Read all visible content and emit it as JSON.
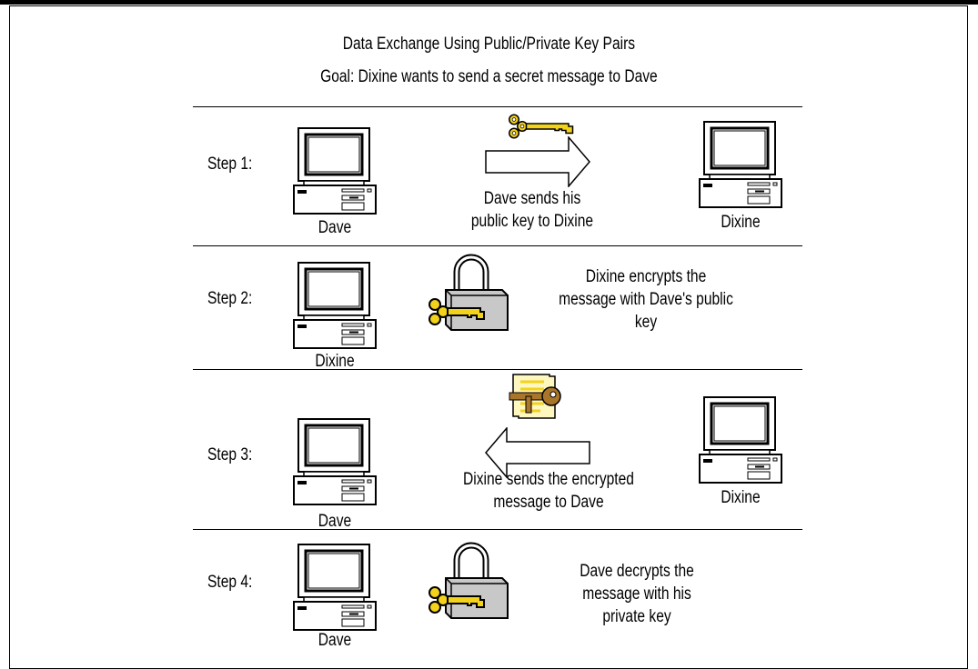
{
  "title": {
    "line1": "Data Exchange Using Public/Private Key Pairs",
    "line2": "Goal: Dixine wants to send a secret message to Dave"
  },
  "steps": [
    {
      "label": "Step 1:",
      "left_computer": "Dave",
      "right_computer": "Dixine",
      "caption": [
        "Dave sends his",
        "public key to Dixine"
      ]
    },
    {
      "label": "Step 2:",
      "left_computer": "Dixine",
      "caption": [
        "Dixine encrypts the",
        "message with Dave's public",
        "key"
      ]
    },
    {
      "label": "Step 3:",
      "left_computer": "Dave",
      "right_computer": "Dixine",
      "caption": [
        "Dixine sends the encrypted",
        "message to Dave"
      ]
    },
    {
      "label": "Step 4:",
      "left_computer": "Dave",
      "caption": [
        "Dave decrypts the",
        "message with his",
        "private key"
      ]
    }
  ],
  "colors": {
    "key": "#f2d21b",
    "lock": "#c8c8c8",
    "message": "#fff7c0",
    "brown_key": "#a8752a"
  }
}
